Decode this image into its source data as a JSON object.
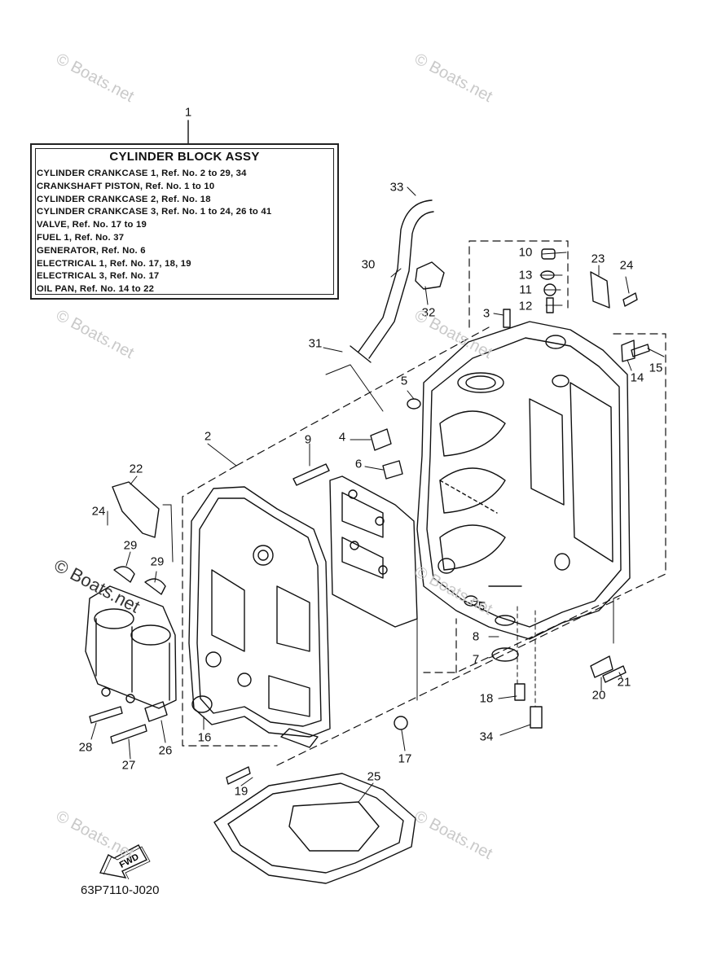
{
  "legend": {
    "title": "CYLINDER BLOCK ASSY",
    "lines": [
      "CYLINDER CRANKCASE 1,  Ref. No. 2 to 29, 34",
      "CRANKSHAFT PISTON,  Ref. No. 1 to 10",
      "CYLINDER CRANKCASE 2,  Ref. No. 18",
      "CYLINDER CRANKCASE 3,  Ref. No. 1 to 24, 26 to 41",
      "VALVE,  Ref. No. 17 to 19",
      "FUEL 1,  Ref. No. 37",
      "GENERATOR,  Ref. No. 6",
      "ELECTRICAL 1,  Ref. No. 17, 18, 19",
      "ELECTRICAL 3,  Ref. No. 17",
      "OIL PAN,  Ref. No. 14 to 22"
    ]
  },
  "callouts": [
    "1",
    "2",
    "3",
    "4",
    "5",
    "5",
    "6",
    "7",
    "8",
    "9",
    "10",
    "11",
    "12",
    "13",
    "14",
    "15",
    "16",
    "17",
    "18",
    "19",
    "20",
    "21",
    "22",
    "23",
    "24",
    "24",
    "25",
    "26",
    "27",
    "28",
    "29",
    "29",
    "30",
    "31",
    "32",
    "33",
    "34"
  ],
  "part_code": "63P7110-J020",
  "fwd_label": "FWD",
  "watermarks": [
    "© Boats.net",
    "© Boats.net",
    "© Boats.net",
    "© Boats.net",
    "© Boats.net",
    "© Boats.net",
    "© Boats.net",
    "© Boats.net"
  ]
}
